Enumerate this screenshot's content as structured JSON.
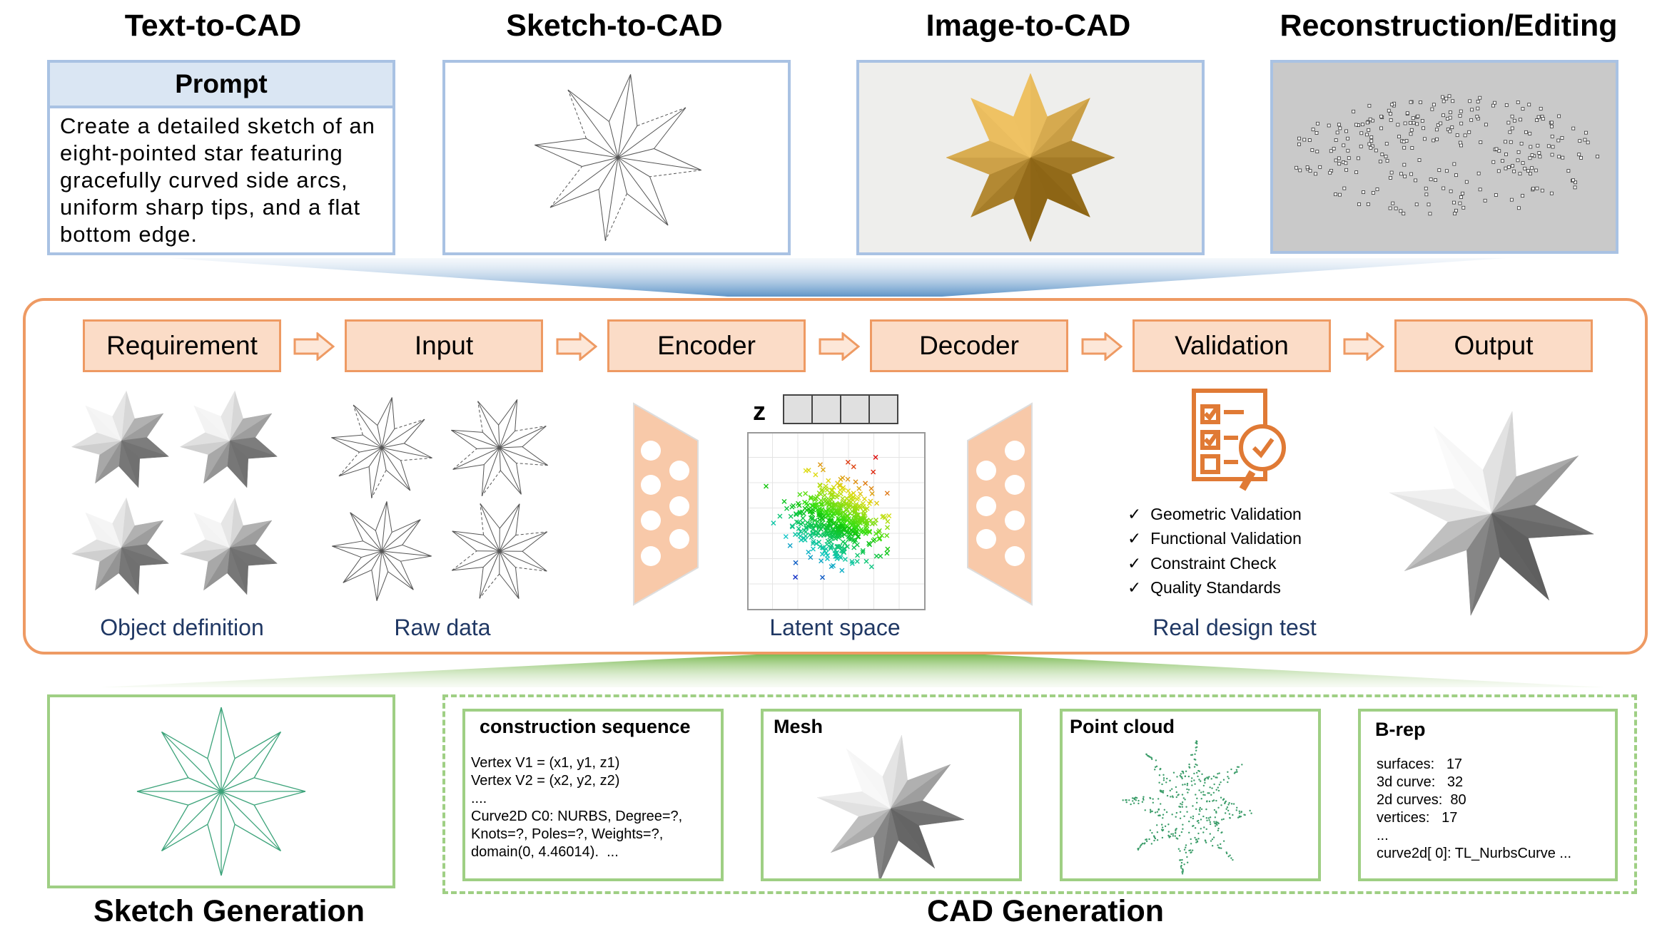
{
  "top_titles": [
    "Text-to-CAD",
    "Sketch-to-CAD",
    "Image-to-CAD",
    "Reconstruction/Editing"
  ],
  "prompt": {
    "header": "Prompt",
    "text": "Create a detailed sketch of an eight-pointed star featuring gracefully curved side arcs, uniform sharp tips, and a flat bottom edge."
  },
  "pipeline": {
    "steps": [
      "Requirement",
      "Input",
      "Encoder",
      "Decoder",
      "Validation",
      "Output"
    ],
    "captions": [
      "Object definition",
      "Raw data",
      "Latent space",
      "Real design test"
    ],
    "latent_label": "z",
    "checks": [
      "Geometric Validation",
      "Functional Validation",
      "Constraint Check",
      "Quality Standards"
    ],
    "check_mark": "✓"
  },
  "bottom": {
    "construction": {
      "title": "construction sequence",
      "lines": [
        "Vertex V1 = (x1, y1, z1)",
        "Vertex V2 = (x2, y2, z2)",
        "....",
        "Curve2D C0: NURBS, Degree=?,",
        "Knots=?, Poles=?, Weights=?,",
        "domain(0, 4.46014).  ..."
      ]
    },
    "mesh_title": "Mesh",
    "point_cloud_title": "Point cloud",
    "brep": {
      "title": "B-rep",
      "lines": [
        "surfaces:   17",
        "3d curve:   32",
        "2d curves:  80",
        "vertices:   17",
        "...",
        "curve2d[ 0]: TL_NurbsCurve ..."
      ]
    },
    "labels": [
      "Sketch Generation",
      "CAD Generation"
    ]
  },
  "colors": {
    "blue_border": "#a9c2e3",
    "orange_border": "#ee9a63",
    "orange_fill": "#fbdcc7",
    "green_border": "#9fcf84",
    "caption_text": "#203864"
  }
}
